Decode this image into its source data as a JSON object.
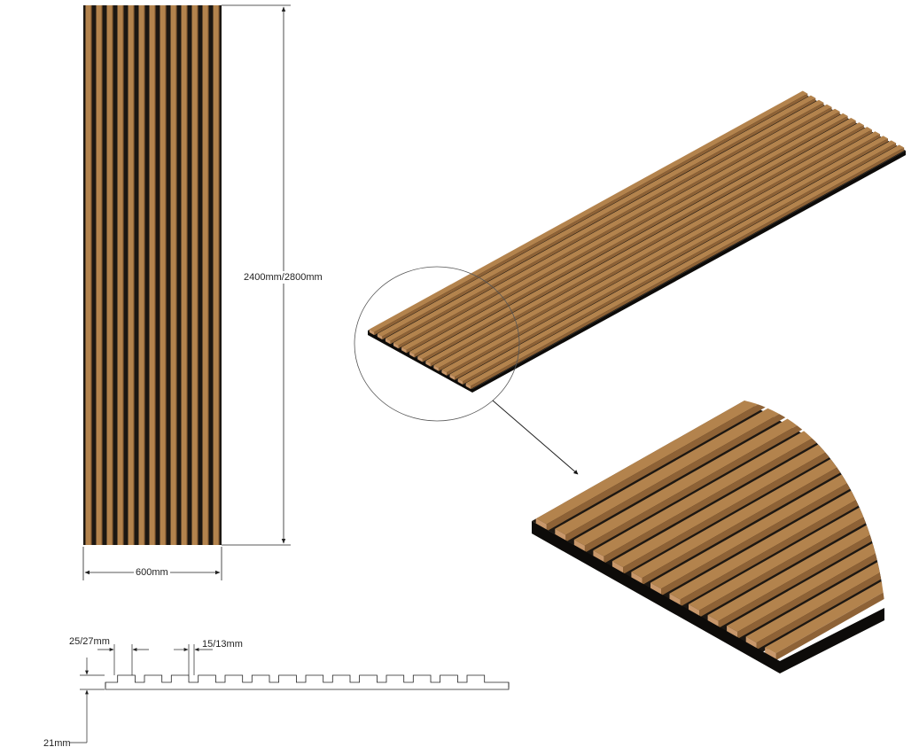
{
  "colors": {
    "slat": "#b3834d",
    "slat_light": "#c8976a",
    "slat_dark": "#8e6236",
    "felt": "#1c1712",
    "line": "#222222",
    "detail_circle": "#555555"
  },
  "dimensions": {
    "height": "2400mm/2800mm",
    "width": "600mm",
    "pitch": "25/27mm",
    "slat_width": "15/13mm",
    "thickness": "21mm"
  },
  "panel": {
    "slat_count": 13
  }
}
